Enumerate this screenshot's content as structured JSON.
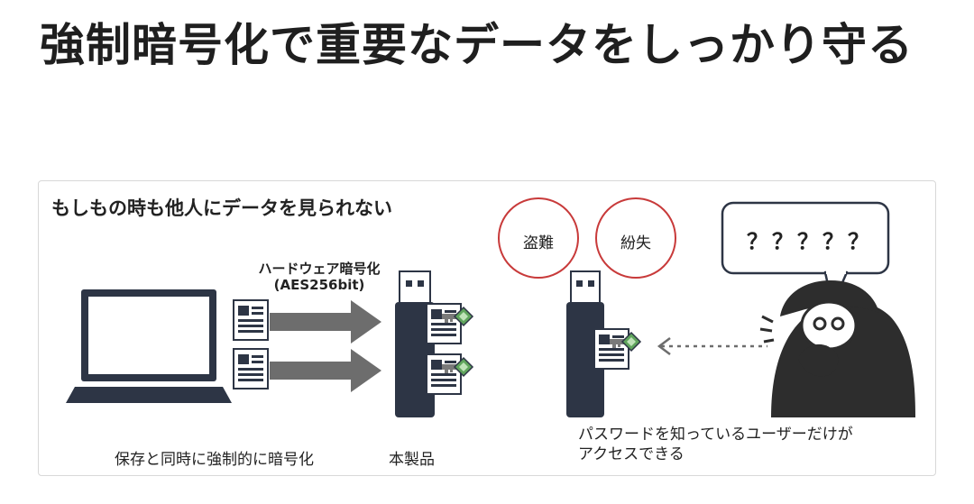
{
  "page": {
    "title": "強制暗号化で重要なデータをしっかり守る"
  },
  "diagram": {
    "caption": "もしもの時も他人にデータを見られない",
    "process": {
      "line1": "ハードウェア暗号化",
      "line2": "(AES256bit)"
    },
    "labels": {
      "left": "保存と同時に強制的に暗号化",
      "middle": "本製品"
    },
    "threats": {
      "theft": "盗難",
      "loss": "紛失"
    },
    "bubble": "？？？？？",
    "auth_note": {
      "line1": "パスワードを知っているユーザーだけが",
      "line2": "アクセスできる"
    },
    "icons": [
      "laptop-icon",
      "document-icon",
      "arrow-icon",
      "usb-drive-icon",
      "key-icon",
      "thief-icon",
      "speech-bubble-icon"
    ],
    "colors": {
      "dark": "#2d3545",
      "arrow": "#6d6d6d",
      "threat_ring": "#c83a3a",
      "key": "#5fa45c"
    }
  }
}
